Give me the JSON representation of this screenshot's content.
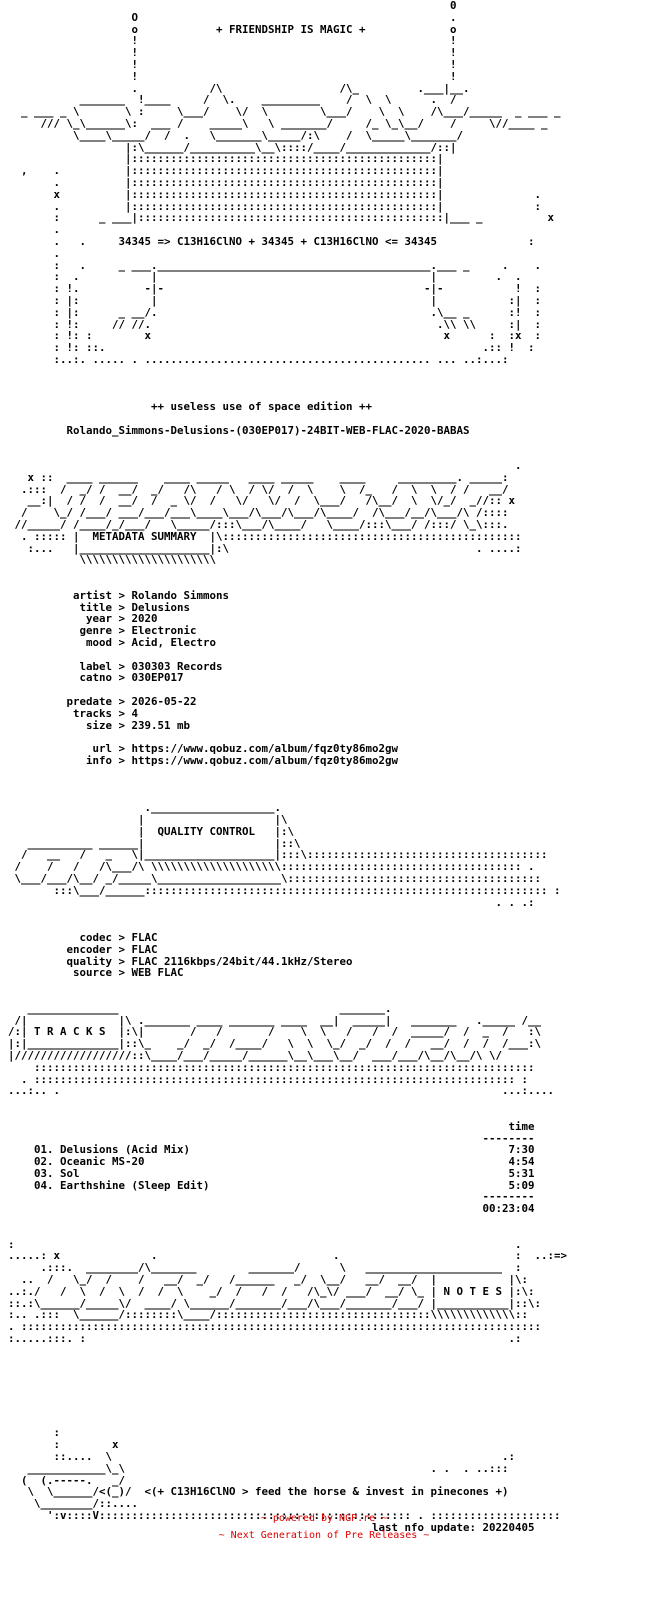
{
  "nfo": {
    "art_header": [
      "                                                                    0",
      "                   O                                                .",
      "                   o            + FRIENDSHIP IS MAGIC +             o",
      "                   !                                                !",
      "                   !                                                !",
      "                   !                                                !",
      "                   !                                                !",
      "                   .           /\\                  /\\_         .___|__.",
      "           _______  !____     /  \\.    _________    /  \\  \\      .  /",
      "  _ ___ _ \\       \\ :     \\___/    \\/  \\        \\___/    \\  \\    /\\___/_____  _ ___ _",
      "     /// \\_\\______\\:  ___ /    _____\\   \\ _______/     /_ \\_\\__/    /     \\//____ _",
      "          \\____\\_____/  /  .   \\_______\\_____/:\\    /  \\_____\\_______/",
      "                  |:\\______/__________\\__\\::::/____/_____________/::|",
      "                  |:::::::::::::::::::::::::::::::::::::::::::::::|",
      "  ,    .          |:::::::::::::::::::::::::::::::::::::::::::::::|",
      "       .          |:::::::::::::::::::::::::::::::::::::::::::::::|",
      "       x          |:::::::::::::::::::::::::::::::::::::::::::::::|              .",
      "       .          |:::::::::::::::::::::::::::::::::::::::::::::::|              :",
      "       :      _ ___|:::::::::::::::::::::::::::::::::::::::::::::::|___ _          x",
      "       .",
      "       .   .     34345 => C13H16ClNO + 34345 + C13H16ClNO <= 34345              :",
      "       .",
      "       :   .     _ ___.__________________________________________.___ _     .    .",
      "       :  .           |                                          |         .  .",
      "       : !.          -|-                                        -|-           !  :",
      "       : |:           |                                          |           :|  :",
      "       : |:      _ __/.                                          .\\__ _      :!  :",
      "       : !:     // //.                                            .\\\\ \\\\     :|  :",
      "       : !: :        x                                             x      :  :x  :",
      "       : !: ::.                                                          .:: !  :",
      "       :..:. ..... . ............................................ ... ..:...:",
      "",
      "",
      "",
      "                      ++ useless use of space edition ++"
    ],
    "release_name": "         Rolando_Simmons-Delusions-(030EP017)-24BIT-WEB-FLAC-2020-BABAS",
    "art_metadata": [
      "",
      "",
      "                                                                              .",
      "   x ::  ____ ______    ____ _____   ____ _____    ____     _________. _____:",
      "  .:::  /  _/ /  __/  _/   /\\   / \\  / \\/  /  \\    \\  /_   /  \\  \\  / /   __/",
      "   __:|  / /  /  __/  /  _ \\/  /   \\/   \\/  /  \\___/   /\\__/  \\  \\/_/  _//:: x",
      "  /    \\_/ /___/ ___/___/___\\____\\___/\\___/\\___/\\____/  /\\___/__/\\___/\\ /::::",
      " //_____/ /____/_/___/   \\_____/:::\\___/\\____/   \\____/:::\\___/ /:::/ \\_\\:::.",
      "  . ::::: |  METADATA SUMMARY  |\\::::::::::::::::::::::::::::::::::::::::::::::",
      "   :...   |____________________|:\\                                      . ....:",
      "           \\\\\\\\\\\\\\\\\\\\\\\\\\\\\\\\\\\\\\\\\\"
    ],
    "metadata": [
      [
        "artist",
        "Rolando Simmons"
      ],
      [
        "title",
        "Delusions"
      ],
      [
        "year",
        "2020"
      ],
      [
        "genre",
        "Electronic"
      ],
      [
        "mood",
        "Acid, Electro"
      ],
      [
        "",
        ""
      ],
      [
        "label",
        "030303 Records"
      ],
      [
        "catno",
        "030EP017"
      ],
      [
        "",
        ""
      ],
      [
        "predate",
        "2026-05-22"
      ],
      [
        "tracks",
        "4"
      ],
      [
        "size",
        "239.51 mb"
      ],
      [
        "",
        ""
      ],
      [
        "url",
        "https://www.qobuz.com/album/fqz0ty86mo2gw"
      ],
      [
        "info",
        "https://www.qobuz.com/album/fqz0ty86mo2gw"
      ]
    ],
    "art_quality": [
      "",
      "",
      "",
      "                     .___________________.",
      "                    |                    |\\",
      "                    |  QUALITY CONTROL   |:\\",
      "   __________ ______|                    |::\\",
      "  /   __   /   _   \\|____________________|:::\\:::::::::::::::::::::::::::::::::::::",
      " /    /   /   /\\___/\\ \\\\\\\\\\\\\\\\\\\\\\\\\\\\\\\\\\\\\\\\::::::::::::::::::::::::::::::::::::: .",
      " \\___/___/\\__/ _/_____\\___________________\\:::::::::::::::::::::::::::::::::::::::",
      "       :::\\___/______:::::::::::::::::::::::::::::::::::::::::::::::::::::::::::::: :",
      "                                                                           . . .:"
    ],
    "quality": [
      [
        "codec",
        "FLAC"
      ],
      [
        "encoder",
        "FLAC"
      ],
      [
        "quality",
        "FLAC 2116kbps/24bit/44.1kHz/Stereo"
      ],
      [
        "source",
        "WEB FLAC"
      ]
    ],
    "art_tracks": [
      "",
      "",
      "   ______________                                  _______.",
      " /|              |\\ ._______ ____ _______ ____  __|  _____|   _______   ._____ /__",
      "/:| T R A C K S  |:\\|       /   /       /    \\  \\   /   /  /  _____/  /  _  /   :\\",
      "|:|______________|::\\_    _/  _/  /____/   \\  \\  \\_/  _/  /  /   __/  /  /  /___:\\",
      "|//////////////////::\\____/___/_____/______\\__\\___\\__/  ___/___/\\__/\\__/\\ \\/",
      "    :::::::::::::::::::::::::::::::::::::::::::::::::::::::::::::::::::::::::::::",
      "  . :::::::::::::::::::::::::::::::::::::::::::::::::::::::::::::::::::::::::: :",
      "...:.. .                                                                    ...:...."
    ],
    "tracks_header": "time",
    "tracks": [
      [
        "01.",
        "Delusions (Acid Mix)",
        "7:30"
      ],
      [
        "02.",
        "Oceanic MS-20",
        "4:54"
      ],
      [
        "03.",
        "Sol",
        "5:31"
      ],
      [
        "04.",
        "Earthshine (Sleep Edit)",
        "5:09"
      ]
    ],
    "total_time": "00:23:04",
    "art_notes": [
      "",
      "",
      ":                                                                             .",
      ".....: x              .                           .                           :  ..:=>",
      "     .:::.  ________/\\_______        _______/      \\   _____________________  :",
      "  ..  /   \\_/  /    /   __/  _/   /______   _/  \\__/   __/  __/  |           |\\:",
      "..:./   /  \\  /  \\  /  /  \\    _/  /   /  /   /\\_\\/ ___/  __/ \\_ | N O T E S |:\\:",
      "::.:\\______/_____\\/  ____/ \\______/_______/___/\\___/_______/___/ |___________|::\\:",
      ":.. .:::  \\______/::::::::\\____/:::::::::::::::::::::::::::::::::\\\\\\\\\\\\\\\\\\\\\\\\\\::",
      ". ::::::::::::::::::::::::::::::::::::::::::::::::::::::::::::::::::::::::::::::::",
      ":.....:::. :                                                                 .:",
      "",
      "",
      "",
      "",
      "",
      "",
      "",
      "       :",
      "       :        x",
      "       ::....  \\                                                            .:",
      "   ____________\\_\\                                               . .  . ..:::",
      "  (  (.-----.   _/",
      "   \\  \\______/<(_)/  <(+ C13H16ClNO > feed the horse & invest in pinecones +)",
      "    \\________/::....",
      "      ':v::::V:::::::::::::::::::::::::::::::::::::::::::::::: . ::::::::::::::::::::"
    ],
    "last_update_label": "last nfo update:",
    "last_update_value": "20220405"
  },
  "footer": {
    "line1": "~ powered by NGP.re ~",
    "line2": "~ Next Generation of Pre Releases ~",
    "color": "#e00000"
  }
}
